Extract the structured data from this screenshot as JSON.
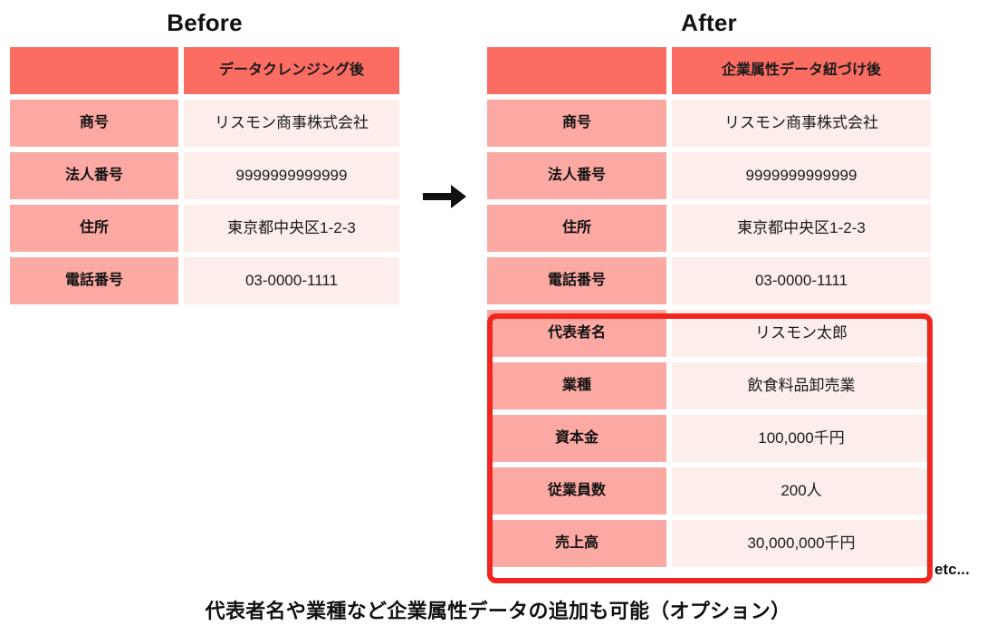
{
  "titles": {
    "before": "Before",
    "after": "After"
  },
  "arrow": {
    "glyph": "→",
    "name": "right-arrow-icon"
  },
  "colors": {
    "header_bg": "#FB6D62",
    "label_bg": "#FCA9A3",
    "value_bg": "#FDEDEB",
    "highlight_border": "#F3261F",
    "text": "#111111"
  },
  "before_table": {
    "header": {
      "blank": "",
      "value": "データクレンジング後"
    },
    "rows": [
      {
        "label": "商号",
        "value": "リスモン商事株式会社"
      },
      {
        "label": "法人番号",
        "value": "9999999999999"
      },
      {
        "label": "住所",
        "value": "東京都中央区1-2-3"
      },
      {
        "label": "電話番号",
        "value": "03-0000-1111"
      }
    ]
  },
  "after_table": {
    "header": {
      "blank": "",
      "value": "企業属性データ紐づけ後"
    },
    "rows": [
      {
        "label": "商号",
        "value": "リスモン商事株式会社",
        "highlighted": false
      },
      {
        "label": "法人番号",
        "value": "9999999999999",
        "highlighted": false
      },
      {
        "label": "住所",
        "value": "東京都中央区1-2-3",
        "highlighted": false
      },
      {
        "label": "電話番号",
        "value": "03-0000-1111",
        "highlighted": false
      },
      {
        "label": "代表者名",
        "value": "リスモン太郎",
        "highlighted": true
      },
      {
        "label": "業種",
        "value": "飲食料品卸売業",
        "highlighted": true
      },
      {
        "label": "資本金",
        "value": "100,000千円",
        "highlighted": true
      },
      {
        "label": "従業員数",
        "value": "200人",
        "highlighted": true
      },
      {
        "label": "売上高",
        "value": "30,000,000千円",
        "highlighted": true
      }
    ]
  },
  "etc_label": "etc...",
  "caption": "代表者名や業種など企業属性データの追加も可能（オプション）"
}
